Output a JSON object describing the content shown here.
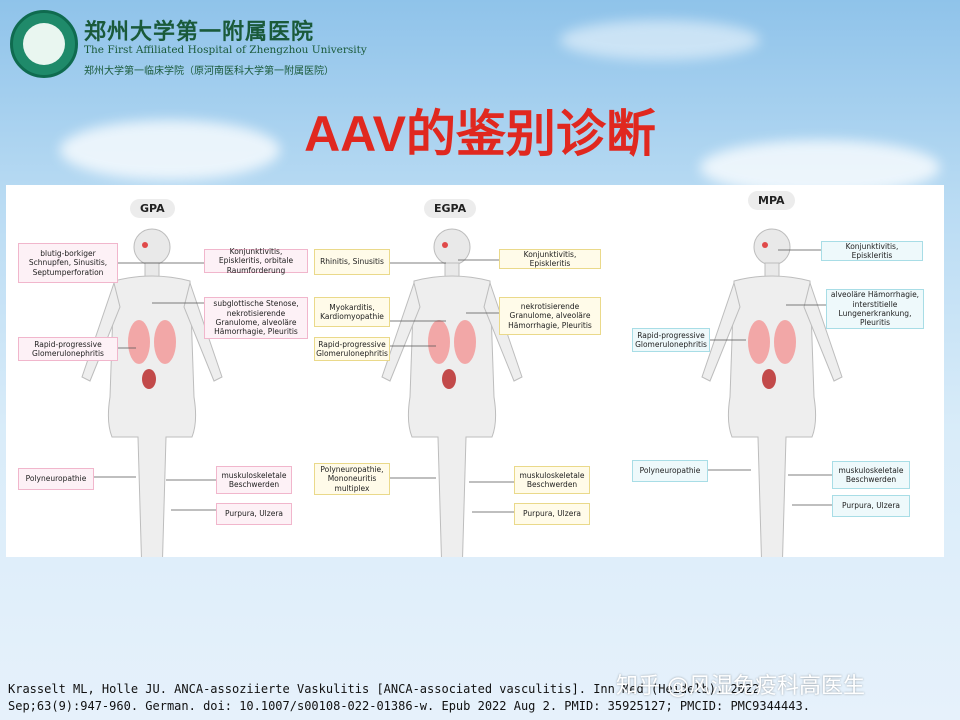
{
  "header": {
    "hospital_name_cn": "郑州大学第一附属医院",
    "hospital_name_en": "The First Affiliated Hospital of Zhengzhou University",
    "hospital_subtitle": "郑州大学第一临床学院（原河南医科大学第一附属医院）"
  },
  "slide_title": "AAV的鉴别诊断",
  "panels": [
    {
      "label": "GPA",
      "left_boxes": [
        "blutig-borkiger Schnupfen, Sinusitis, Septumperforation",
        "Rapid-progressive Glomerulonephritis",
        "Polyneuropathie"
      ],
      "right_boxes": [
        "Konjunktivitis, Episkleritis, orbitale Raumforderung",
        "subglottische Stenose, nekrotisierende Granulome, alveoläre Hämorrhagie, Pleuritis",
        "muskuloskeletale Beschwerden",
        "Purpura, Ulzera"
      ]
    },
    {
      "label": "EGPA",
      "left_boxes": [
        "Rhinitis, Sinusitis",
        "Myokarditis, Kardiomyopathie",
        "Rapid-progressive Glomerulonephritis",
        "Polyneuropathie, Mononeuritis multiplex"
      ],
      "right_boxes": [
        "Konjunktivitis, Episkleritis",
        "nekrotisierende Granulome, alveoläre Hämorrhagie, Pleuritis",
        "muskuloskeletale Beschwerden",
        "Purpura, Ulzera"
      ]
    },
    {
      "label": "MPA",
      "left_boxes": [
        "Rapid-progressive Glomerulonephritis",
        "Polyneuropathie"
      ],
      "right_boxes": [
        "Konjunktivitis, Episkleritis",
        "alveoläre Hämorrhagie, interstitielle Lungenerkrankung, Pleuritis",
        "muskuloskeletale Beschwerden",
        "Purpura, Ulzera"
      ]
    }
  ],
  "citation_line1": "Krasselt ML, Holle JU. ANCA-assoziierte Vaskulitis [ANCA-associated vasculitis]. Inn Med (Heidelb). 2022",
  "citation_line2": "Sep;63(9):947-960. German. doi: 10.1007/s00108-022-01386-w. Epub 2022 Aug 2. PMID: 35925127; PMCID: PMC9344443.",
  "watermark": "知乎 @风湿免疫科高医生",
  "colors": {
    "title": "#e0281f",
    "gpa_box": "#fdf1f6",
    "egpa_box": "#fffbe9",
    "mpa_box": "#eef9fb"
  }
}
